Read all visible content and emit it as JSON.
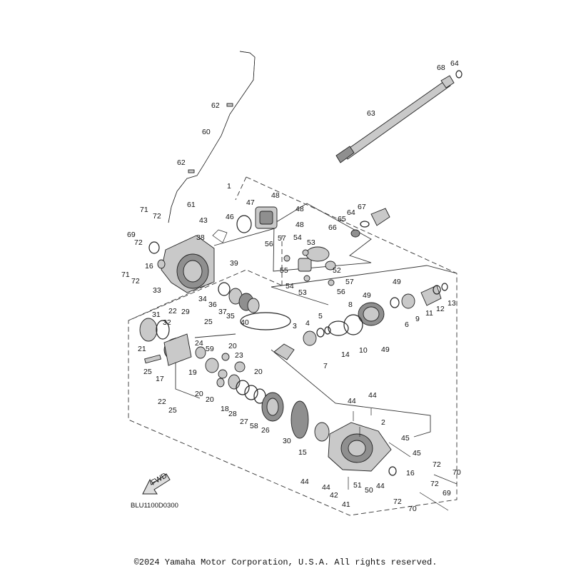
{
  "diagram": {
    "code": "BLU1100D0300",
    "fwd_label": "FWD",
    "copyright": "©2024 Yamaha Motor Corporation, U.S.A. All rights reserved.",
    "callouts": [
      "1",
      "2",
      "3",
      "4",
      "5",
      "6",
      "7",
      "8",
      "9",
      "10",
      "11",
      "12",
      "13",
      "14",
      "15",
      "16",
      "16",
      "17",
      "18",
      "19",
      "20",
      "20",
      "20",
      "20",
      "21",
      "22",
      "22",
      "23",
      "24",
      "25",
      "25",
      "25",
      "26",
      "27",
      "28",
      "29",
      "30",
      "31",
      "32",
      "33",
      "34",
      "35",
      "36",
      "37",
      "38",
      "39",
      "40",
      "41",
      "42",
      "43",
      "44",
      "44",
      "44",
      "44",
      "44",
      "45",
      "45",
      "46",
      "47",
      "48",
      "48",
      "48",
      "49",
      "49",
      "49",
      "50",
      "51",
      "52",
      "53",
      "53",
      "54",
      "54",
      "55",
      "56",
      "56",
      "57",
      "57",
      "58",
      "59",
      "60",
      "61",
      "62",
      "62",
      "63",
      "64",
      "64",
      "65",
      "66",
      "67",
      "68",
      "69",
      "69",
      "70",
      "70",
      "71",
      "71",
      "72",
      "72",
      "72",
      "72",
      "72",
      "72"
    ]
  }
}
